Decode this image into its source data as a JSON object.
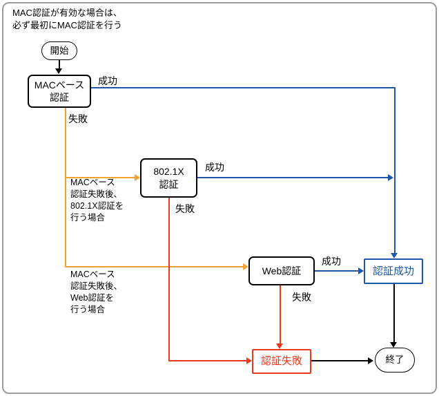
{
  "diagram": {
    "note": "MAC認証が有効な場合は、\n必ず最初にMAC認証を行う",
    "nodes": {
      "start": {
        "label": "開始"
      },
      "mac_auth": {
        "label": "MACベース\n認証"
      },
      "dot1x_auth": {
        "label": "802.1X\n認証"
      },
      "web_auth": {
        "label": "Web認証"
      },
      "auth_success": {
        "label": "認証成功"
      },
      "auth_failure": {
        "label": "認証失敗"
      },
      "end": {
        "label": "終了"
      }
    },
    "edge_labels": {
      "mac_success": "成功",
      "mac_failure": "失敗",
      "dot1x_success": "成功",
      "dot1x_failure": "失敗",
      "web_success": "成功",
      "web_failure": "失敗",
      "branch_dot1x_note": "MACベース\n認証失敗後、\n802.1X認証を\n行う場合",
      "branch_web_note": "MACベース\n認証失敗後、\nWeb認証を\n行う場合"
    },
    "colors": {
      "success": "#1e56a8",
      "branch": "#f0a232",
      "failure": "#e8391f",
      "line": "#000000",
      "frame": "#9b9b9b"
    }
  }
}
